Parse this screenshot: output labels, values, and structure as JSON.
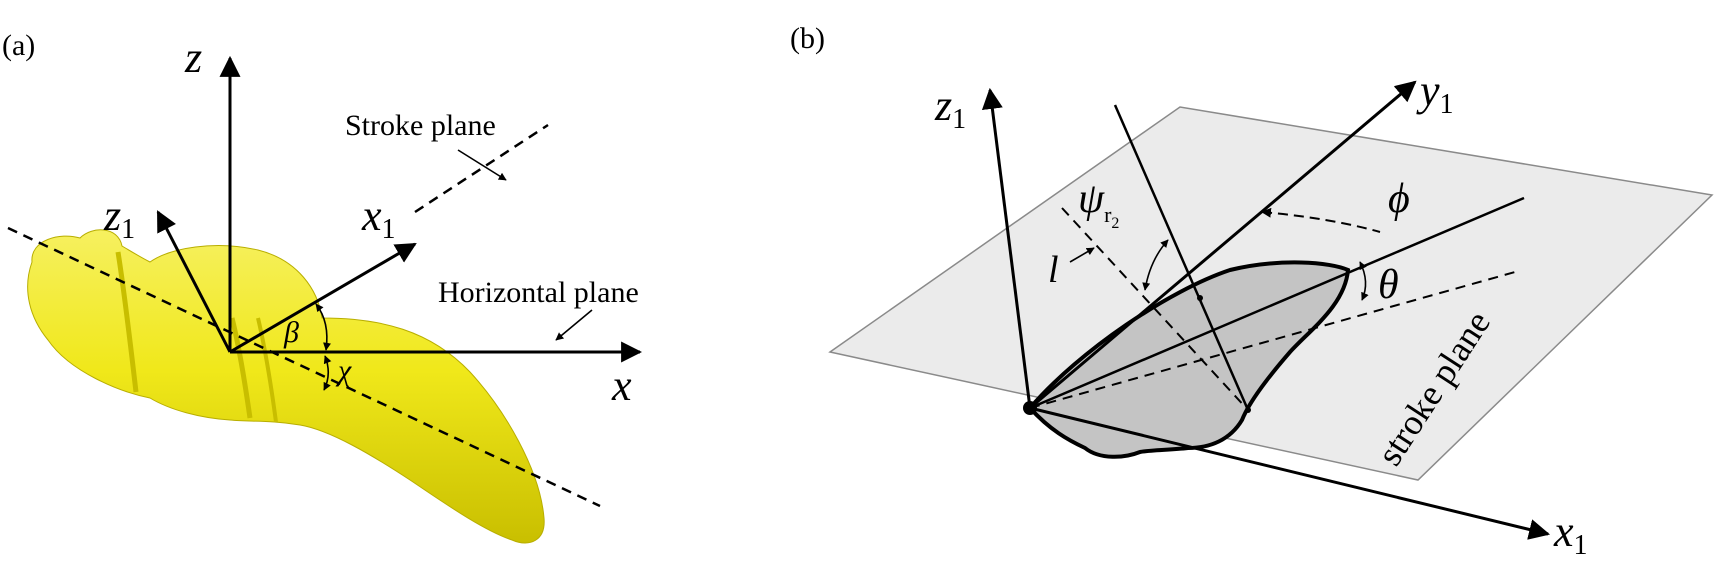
{
  "panel_a": {
    "label": "(a)",
    "axis_z": "z",
    "axis_z1": "z",
    "axis_z1_sub": "1",
    "axis_x1": "x",
    "axis_x1_sub": "1",
    "axis_x": "x",
    "stroke_plane_label": "Stroke plane",
    "horizontal_plane_label": "Horizontal plane",
    "angle_beta": "β",
    "angle_chi": "χ",
    "body_color": "#f0e81a"
  },
  "panel_b": {
    "label": "(b)",
    "axis_z1": "z",
    "axis_z1_sub": "1",
    "axis_y1": "y",
    "axis_y1_sub": "1",
    "axis_x1": "x",
    "axis_x1_sub": "1",
    "angle_phi": "ϕ",
    "angle_theta": "θ",
    "angle_psi": "ψ",
    "angle_psi_sub": "r",
    "angle_psi_subsub": "2",
    "length_l": "l",
    "stroke_plane_label": "stroke plane",
    "plane_color": "#ebebeb",
    "wing_color": "#c4c4c4"
  }
}
